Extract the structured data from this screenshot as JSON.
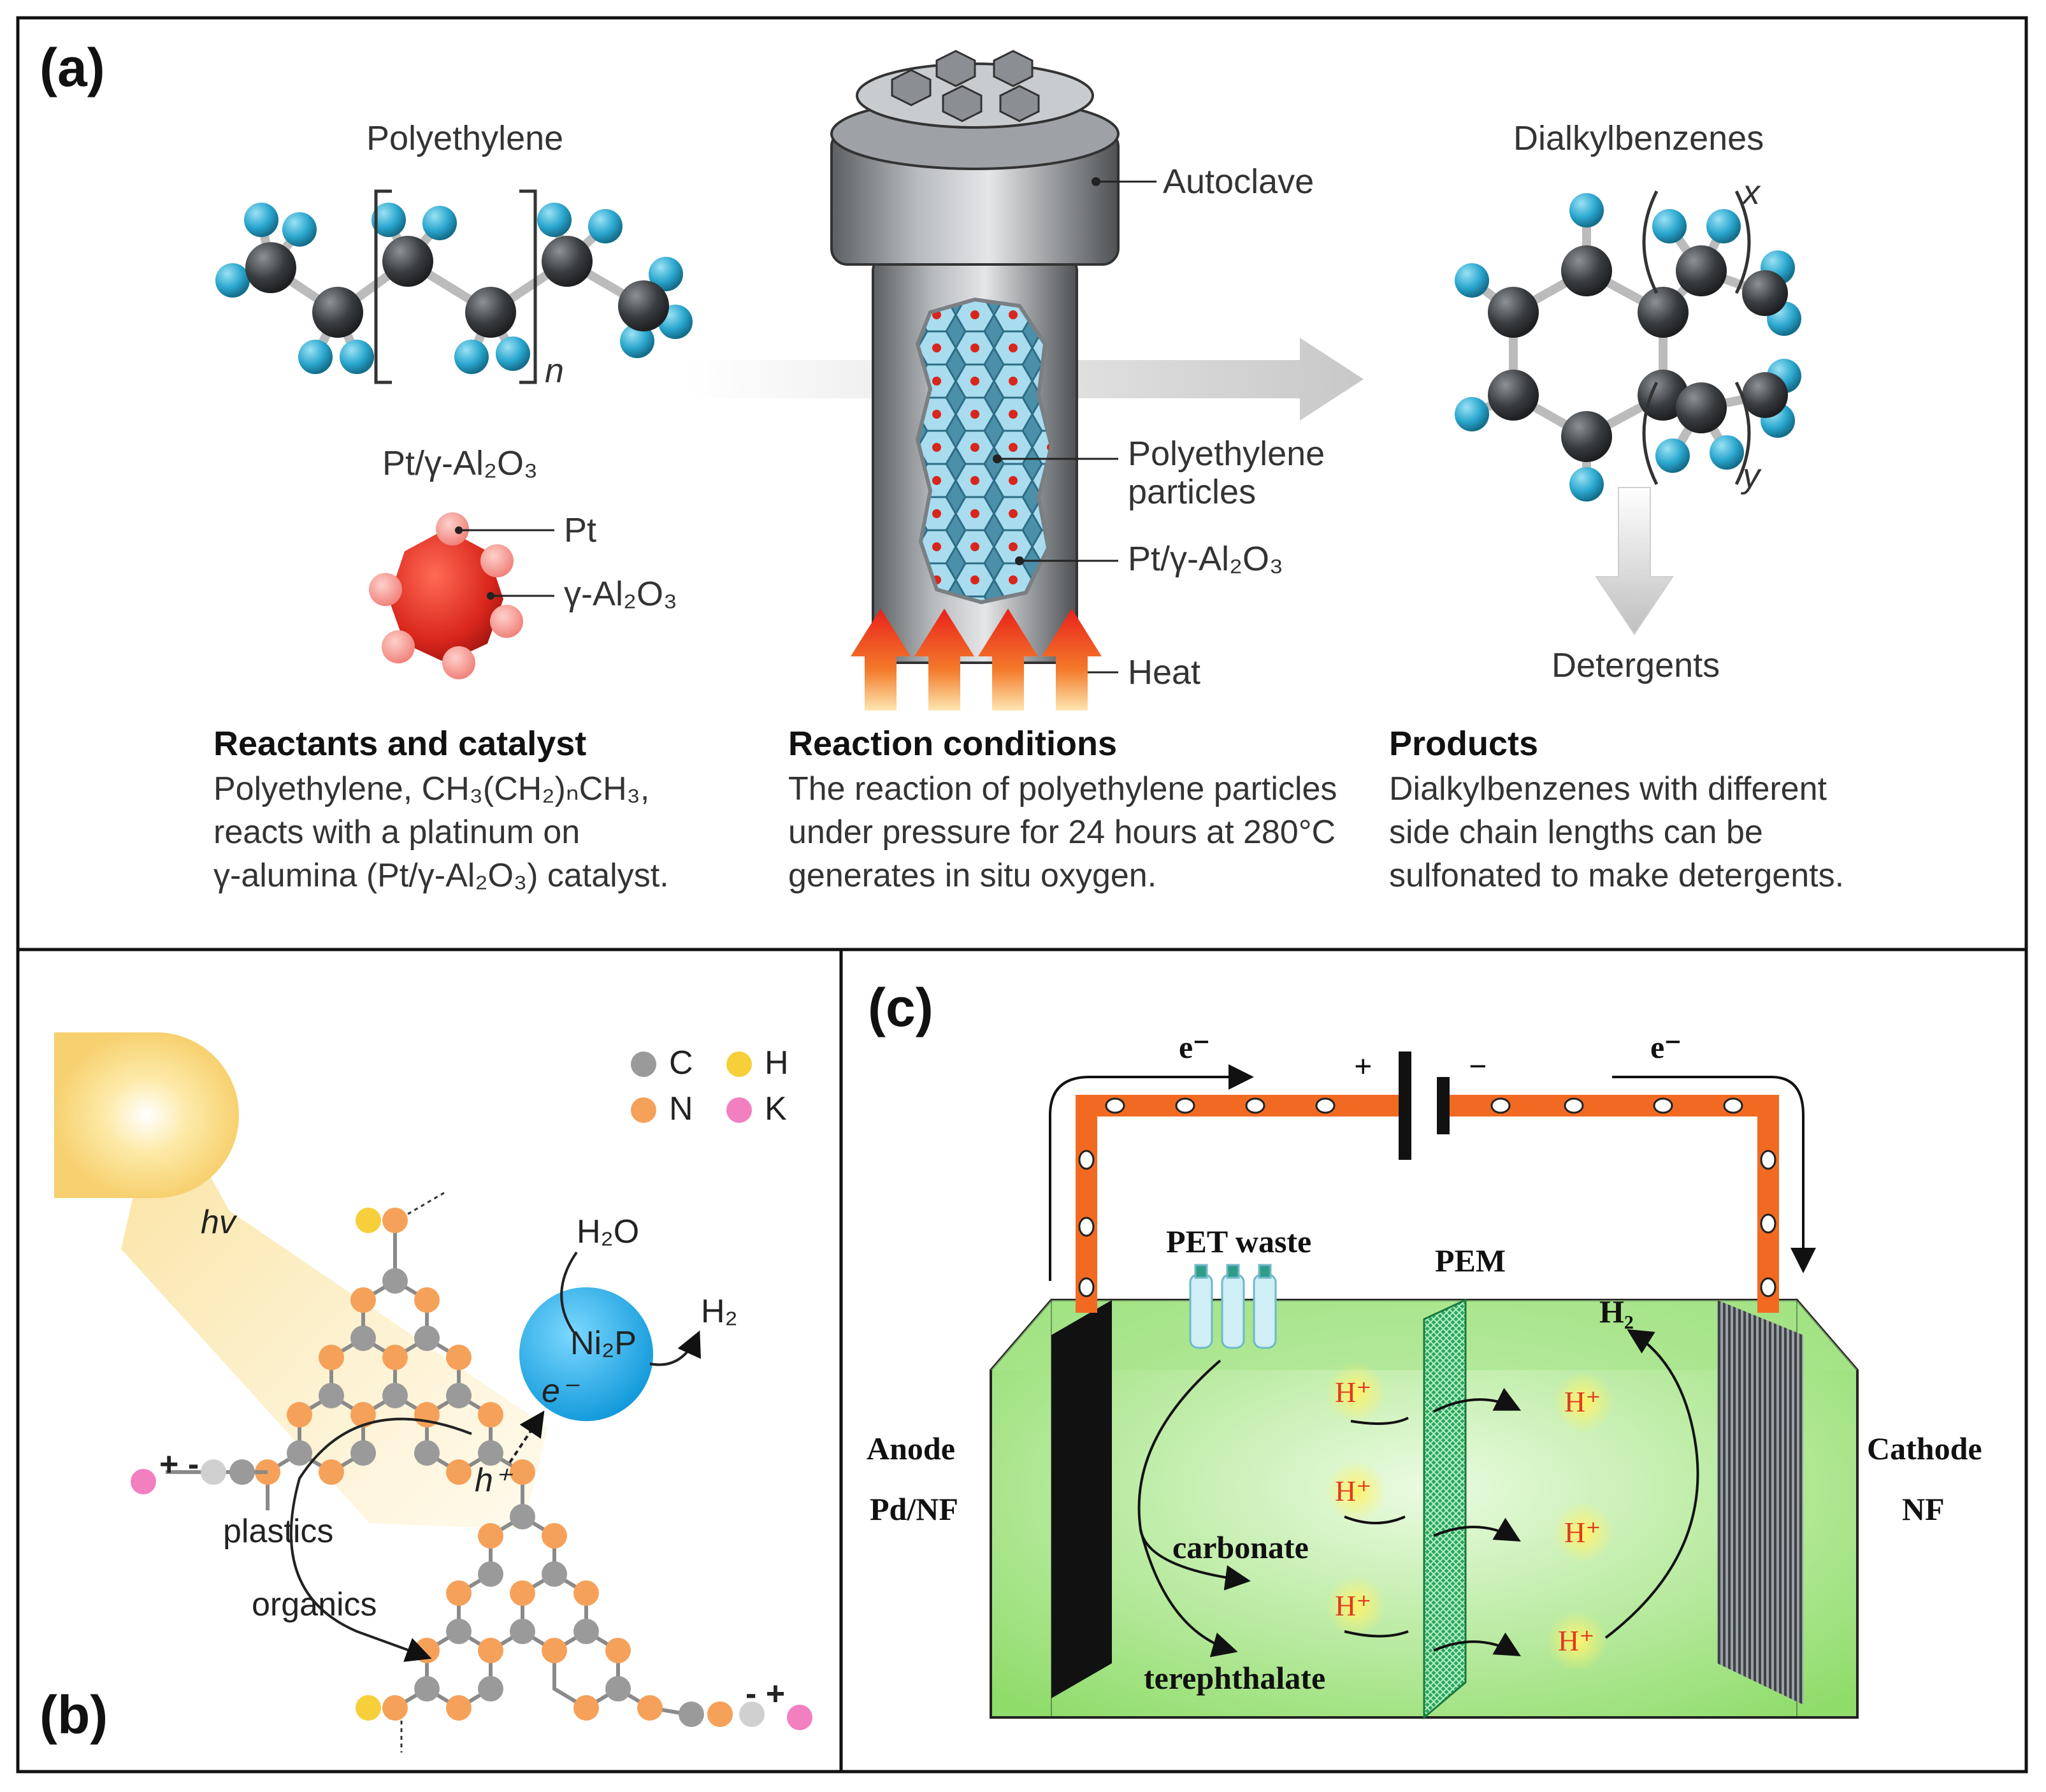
{
  "panel_a": {
    "letter": "(a)",
    "polyethylene_label": "Polyethylene",
    "subscript_n": "n",
    "catalyst_label": "Pt/γ-Al₂O₃",
    "pt_label": "Pt",
    "alumina_label": "γ-Al₂O₃",
    "autoclave_label": "Autoclave",
    "pe_particles_label": [
      "Polyethylene",
      "particles"
    ],
    "catalyst_in_reactor_label": "Pt/γ-Al₂O₃",
    "heat_label": "Heat",
    "dialkyl_label": "Dialkylbenzenes",
    "subscript_x": "x",
    "subscript_y": "y",
    "detergents_label": "Detergents",
    "captions": [
      {
        "head": "Reactants and catalyst",
        "lines": [
          "Polyethylene, CH₃(CH₂)ₙCH₃,",
          "reacts with a platinum on",
          "γ-alumina (Pt/γ-Al₂O₃) catalyst."
        ]
      },
      {
        "head": "Reaction conditions",
        "lines": [
          "The reaction of polyethylene particles",
          "under pressure for 24 hours at 280°C",
          "generates in situ oxygen."
        ]
      },
      {
        "head": "Products",
        "lines": [
          "Dialkylbenzenes with different",
          "side chain lengths can be",
          "sulfonated to make detergents."
        ]
      }
    ]
  },
  "panel_b": {
    "letter": "(b)",
    "hv": "hv",
    "legend": [
      {
        "symbol": "C",
        "color": "#9a9a9a"
      },
      {
        "symbol": "H",
        "color": "#f6cf3a"
      },
      {
        "symbol": "N",
        "color": "#f5a15a"
      },
      {
        "symbol": "K",
        "color": "#f27fc0"
      }
    ],
    "h2o": "H₂O",
    "cocatalyst": "Ni₂P",
    "h2": "H₂",
    "electron": "e⁻",
    "hole": "h⁺",
    "plastics": "plastics",
    "organics": "organics",
    "charge_left": "+ -",
    "charge_right": "- +"
  },
  "panel_c": {
    "letter": "(c)",
    "electron_left": "e⁻",
    "electron_right": "e⁻",
    "plus": "+",
    "minus": "−",
    "pet_waste": "PET waste",
    "pem": "PEM",
    "h2": "H₂",
    "anode": [
      "Anode",
      "Pd/NF"
    ],
    "cathode": [
      "Cathode",
      "NF"
    ],
    "carbonate": "carbonate",
    "terephthalate": "terephthalate",
    "proton": "H⁺"
  },
  "colors": {
    "carbon": "#3a3d40",
    "hydrogen": "#2ba7cf",
    "catalyst_red": "#d9261c",
    "pt_pink": "#f4918a",
    "wire_orange": "#f26a21",
    "cell_green": "#9be07a",
    "ni2p_blue": "#1ca9e6"
  }
}
